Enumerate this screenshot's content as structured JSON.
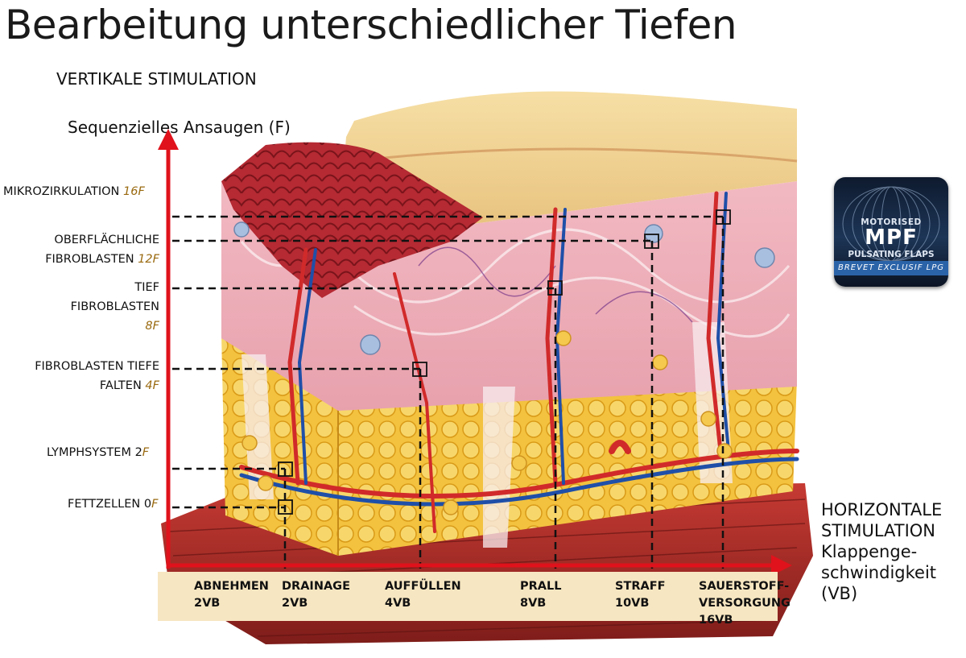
{
  "title": "Bearbeitung unterschiedlicher Tiefen",
  "vertical_heading": "VERTIKALE STIMULATION",
  "y_axis_label": "Sequenzielles Ansaugen (F)",
  "levels": [
    {
      "name": "MIKROZIRKULATION",
      "freq": "16F"
    },
    {
      "name_line1": "OBERFLÄCHLICHE",
      "name_line2": "FIBROBLASTEN",
      "freq": "12F"
    },
    {
      "name_line1": "TIEF",
      "name_line2": "FIBROBLASTEN",
      "freq": "8F"
    },
    {
      "name_line1": "FIBROBLASTEN TIEFE",
      "name_line2": "FALTEN",
      "freq": "4F"
    },
    {
      "name": "LYMPHSYSTEM 2",
      "freq": "F"
    },
    {
      "name": "FETTZELLEN 0",
      "freq": "F"
    }
  ],
  "horizontal_heading": {
    "line1": "HORIZONTALE",
    "line2": "STIMULATION",
    "line3": "Klappenge-",
    "line4": "schwindigkeit",
    "line5": "(VB)"
  },
  "x_labels": [
    {
      "line1": "ABNEHMEN",
      "line2": "2VB"
    },
    {
      "line1": "DRAINAGE",
      "line2": "2VB"
    },
    {
      "line1": "AUFFÜLLEN",
      "line2": "4VB"
    },
    {
      "line1": "PRALL",
      "line2": "8VB"
    },
    {
      "line1": "STRAFF",
      "line2": "10VB"
    },
    {
      "line1": "SAUERSTOFF-",
      "line2": "VERSORGUNG",
      "line3": "16VB"
    }
  ],
  "badge": {
    "top": "MOTORISED",
    "main": "MPF",
    "sub": "PULSATING FLAPS",
    "band": "BREVET EXCLUSIF LPG"
  },
  "colors": {
    "axis": "#e0121b",
    "freq": "#9a6a10",
    "band": "#f6e6c1"
  }
}
